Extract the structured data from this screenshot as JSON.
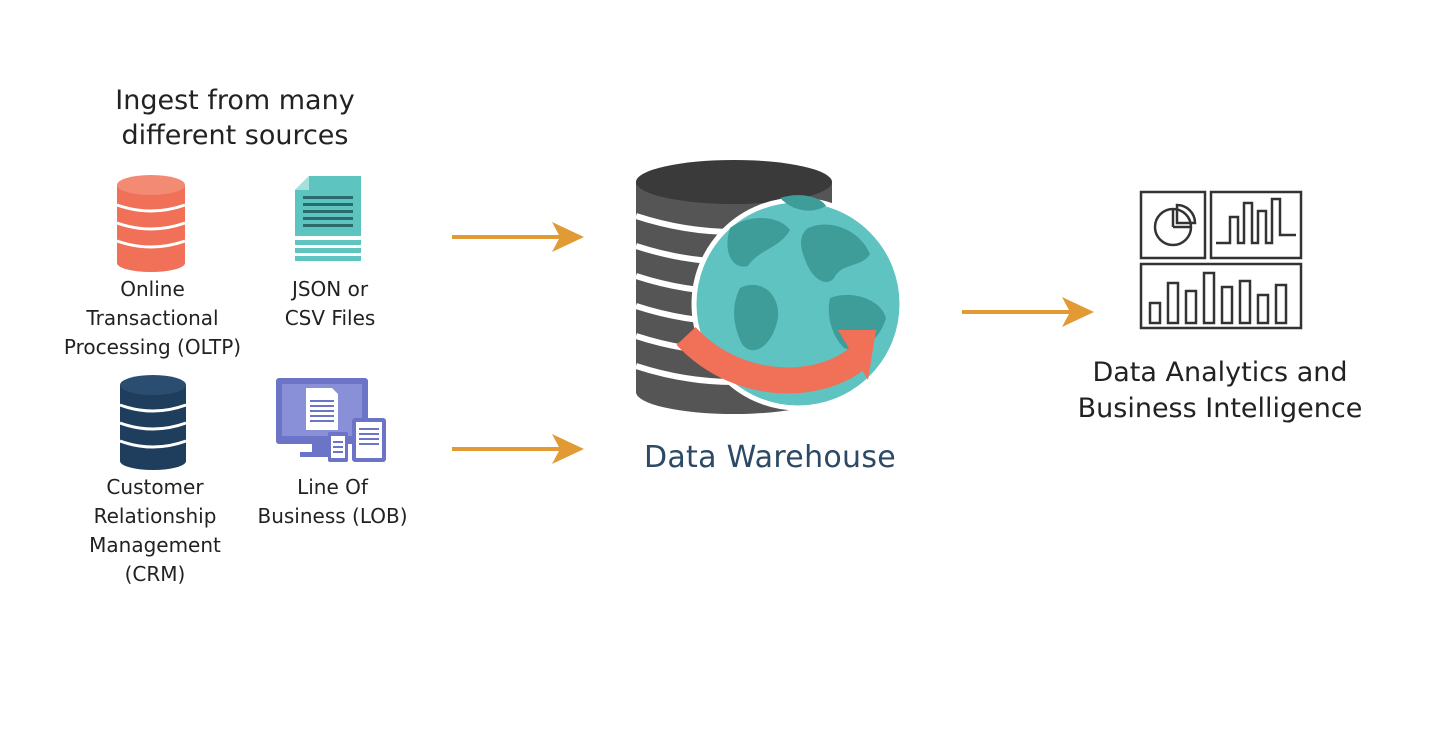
{
  "heading": {
    "line1": "Ingest from many",
    "line2": "different sources"
  },
  "sources": {
    "oltp": {
      "lines": [
        "Online",
        "Transactional",
        "Processing (OLTP)"
      ],
      "color": "#f07058",
      "icon": "database-icon"
    },
    "json_csv": {
      "lines": [
        "JSON or",
        "CSV Files"
      ],
      "color": "#5ec4c0",
      "icon": "document-stack-icon"
    },
    "crm": {
      "lines": [
        "Customer",
        "Relationship",
        "Management",
        "(CRM)"
      ],
      "color": "#1f3d5c",
      "icon": "database-icon"
    },
    "lob": {
      "lines": [
        "Line Of",
        "Business (LOB)"
      ],
      "color": "#6c74c8",
      "icon": "devices-icon"
    }
  },
  "warehouse": {
    "label": "Data Warehouse",
    "label_color": "#2c4a66",
    "icon": "database-globe-icon"
  },
  "analytics": {
    "line1": "Data Analytics and",
    "line2": "Business Intelligence",
    "icon": "dashboard-icon"
  },
  "arrow_color": "#e29a34"
}
